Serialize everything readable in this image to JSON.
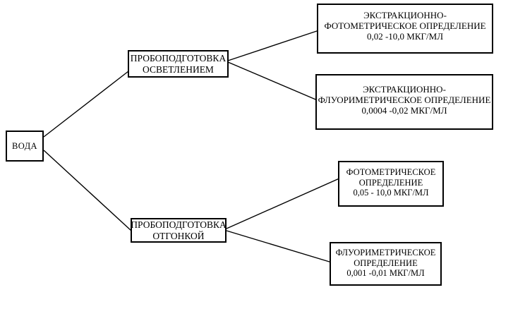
{
  "diagram": {
    "type": "flowchart",
    "orientation": "left-to-right",
    "nodes": {
      "water": {
        "id": "water",
        "lines": [
          "ВОДА"
        ]
      },
      "clarify": {
        "id": "clarify",
        "lines": [
          "ПРОБОПОДГОТОВКА",
          "ОСВЕТЛЕНИЕМ"
        ]
      },
      "distill": {
        "id": "distill",
        "lines": [
          "ПРОБОПОДГОТОВКА",
          "ОТГОНКОЙ"
        ]
      },
      "extraction_photometric": {
        "id": "extraction_photometric",
        "lines": [
          "ЭКСТРАКЦИОННО-",
          "ФОТОМЕТРИЧЕСКОЕ ОПРЕДЕЛЕНИЕ",
          "0,02 -10,0 МКГ/МЛ"
        ],
        "range_low": "0,02",
        "range_high": "10,0",
        "units": "МКГ/МЛ"
      },
      "extraction_fluorimetric": {
        "id": "extraction_fluorimetric",
        "lines": [
          "ЭКСТРАКЦИОННО-",
          "ФЛУОРИМЕТРИЧЕСКОЕ ОПРЕДЕЛЕНИЕ",
          "0,0004 -0,02 МКГ/МЛ"
        ],
        "range_low": "0,0004",
        "range_high": "0,02",
        "units": "МКГ/МЛ"
      },
      "photometric": {
        "id": "photometric",
        "lines": [
          "ФОТОМЕТРИЧЕСКОЕ",
          "ОПРЕДЕЛЕНИЕ",
          "0,05 - 10,0 МКГ/МЛ"
        ],
        "range_low": "0,05",
        "range_high": "10,0",
        "units": "МКГ/МЛ"
      },
      "fluorimetric": {
        "id": "fluorimetric",
        "lines": [
          "ФЛУОРИМЕТРИЧЕСКОЕ",
          "ОПРЕДЕЛЕНИЕ",
          "0,001 -0,01 МКГ/МЛ"
        ],
        "range_low": "0,001",
        "range_high": "0,01",
        "units": "МКГ/МЛ"
      }
    },
    "edges": [
      {
        "from": "water",
        "to": "clarify"
      },
      {
        "from": "water",
        "to": "distill"
      },
      {
        "from": "clarify",
        "to": "extraction_photometric"
      },
      {
        "from": "clarify",
        "to": "extraction_fluorimetric"
      },
      {
        "from": "distill",
        "to": "photometric"
      },
      {
        "from": "distill",
        "to": "fluorimetric"
      }
    ],
    "style": {
      "line_color": "#000000",
      "box_border_color": "#000000",
      "background_color": "#ffffff",
      "text_color": "#000000"
    }
  }
}
